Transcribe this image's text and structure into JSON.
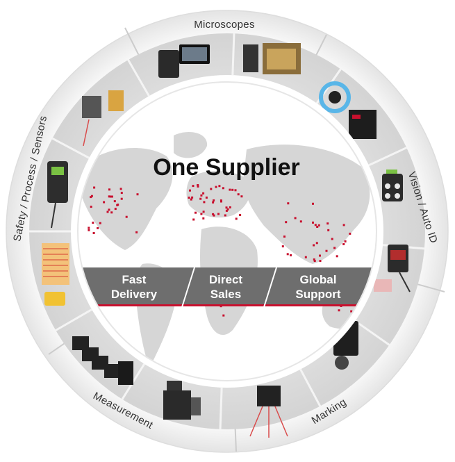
{
  "title": "One Supplier",
  "segments": {
    "microscopes": "Microscopes",
    "vision": "Vision / Auto ID",
    "marking": "Marking",
    "measurement": "Measurement",
    "safety": "Safety / Process / Sensors"
  },
  "band": {
    "item1_line1": "Fast",
    "item1_line2": "Delivery",
    "item2_line1": "Direct",
    "item2_line2": "Sales",
    "item3_line1": "Global",
    "item3_line2": "Support"
  },
  "colors": {
    "accent": "#c8102e",
    "band": "#6e6e6e",
    "map": "#d6d6d6",
    "ring": "#ffffff"
  }
}
